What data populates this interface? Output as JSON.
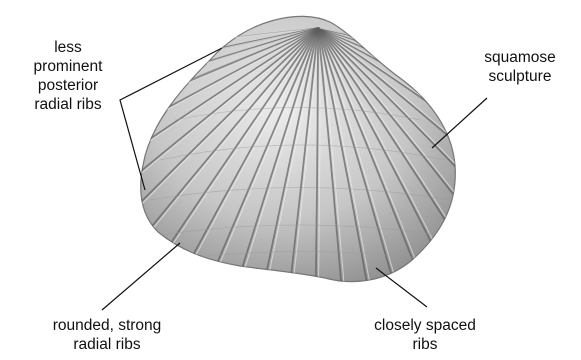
{
  "labels": {
    "posterior_ribs": "less\nprominent\nposterior\nradial ribs",
    "squamose": "squamose\nsculpture",
    "rounded_ribs": "rounded, strong\nradial ribs",
    "spaced_ribs": "closely spaced\nribs"
  },
  "colors": {
    "shell_light": "#e6e6e6",
    "shell_mid": "#bdbdbd",
    "shell_dark": "#7a7a7a",
    "rib": "#5f5f5f",
    "leader": "#111111"
  }
}
